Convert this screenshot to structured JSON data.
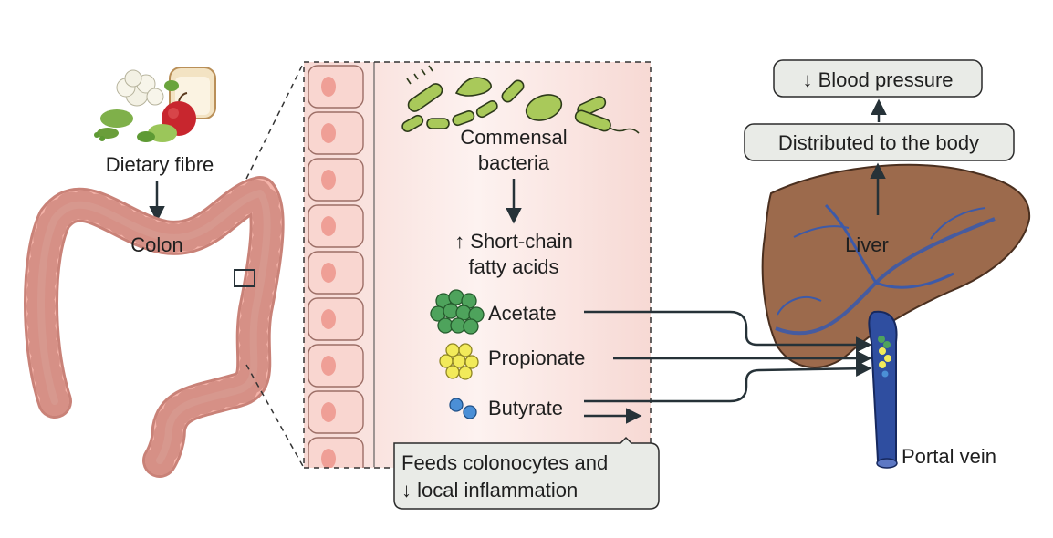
{
  "labels": {
    "dietary_fibre": "Dietary fibre",
    "colon": "Colon",
    "commensal_line1": "Commensal",
    "commensal_line2": "bacteria",
    "scfa_line1": "↑ Short-chain",
    "scfa_line2": "fatty acids",
    "acetate": "Acetate",
    "propionate": "Propionate",
    "butyrate": "Butyrate",
    "feeds_line1": "Feeds colonocytes and",
    "feeds_line2": "↓ local inflammation",
    "liver": "Liver",
    "portal_vein": "Portal vein",
    "distributed": "Distributed to the body",
    "blood_pressure": "↓ Blood pressure"
  },
  "colors": {
    "colon_fill": "#f4b3a9",
    "colon_stroke": "#c98278",
    "lumen_fill": "#fbe7e4",
    "cell_fill": "#f9d6d0",
    "nucleus": "#ef9f96",
    "bacteria": "#a9c95a",
    "acetate": "#4ea35c",
    "propionate": "#f2ea5a",
    "butyrate": "#4b8fd6",
    "liver": "#9c6a4c",
    "vein": "#2f4ea0",
    "box_fill": "#e9ebe7",
    "arrow": "#263238"
  },
  "icons": [
    "food-icon",
    "bacteria-icon",
    "acetate-cluster-icon",
    "propionate-cluster-icon",
    "butyrate-cluster-icon"
  ]
}
